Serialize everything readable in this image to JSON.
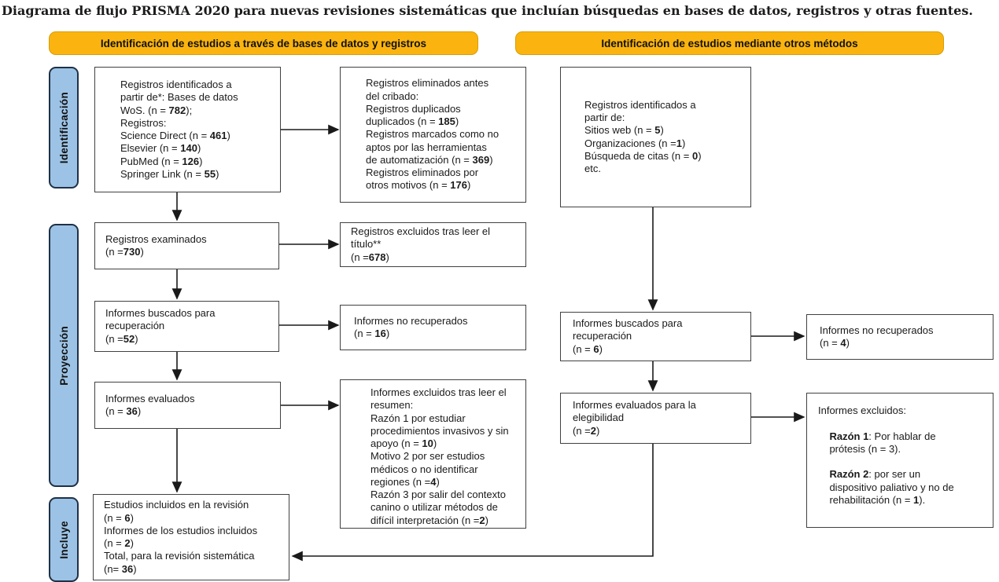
{
  "title": "Diagrama de flujo PRISMA 2020 para nuevas revisiones sistemáticas que incluían búsquedas en bases de datos, registros y otras fuentes.",
  "headers": {
    "databases": "Identificación de estudios a través de bases de datos y registros",
    "other_methods": "Identificación de estudios mediante otros métodos"
  },
  "sidebar": {
    "identification": "Identificación",
    "screening": "Proyección",
    "included": "Incluye"
  },
  "boxes": {
    "records_identified_db": "Registros identificados a\npartir de*: Bases de datos\nWoS. (n = {{782}});\nRegistros:\nScience Direct (n = {{461}})\nElsevier (n = {{140}})\nPubMed (n = {{126}})\nSpringer Link (n = {{55}})",
    "records_removed_before_screening": "Registros eliminados antes\ndel cribado:\nRegistros duplicados\nduplicados (n = {{185}})\nRegistros marcados como no\naptos por las herramientas\nde automatización (n = {{369}})\nRegistros eliminados por\notros motivos (n = {{176}})",
    "records_identified_other": "Registros identificados a\npartir de:\nSitios web (n = {{5}})\nOrganizaciones (n ={{1}})\nBúsqueda de citas (n = {{0}})\netc.",
    "records_screened": "Registros examinados\n(n ={{730}})",
    "records_excluded_title": "Registros excluidos tras leer el\ntítulo**\n(n ={{678}})",
    "reports_sought_db": "Informes buscados para\nrecuperación\n(n ={{52}})",
    "reports_not_retrieved_db": "Informes no recuperados\n(n = {{16}})",
    "reports_assessed_db": "Informes evaluados\n(n = {{36}})",
    "reports_excluded_abstract": "Informes excluidos tras leer el\nresumen:\nRazón 1 por estudiar\nprocedimientos invasivos y sin\napoyo (n = {{10}})\nMotivo 2 por ser estudios\nmédicos o no identificar\nregiones (n ={{4}})\nRazón 3 por salir del contexto\ncanino o utilizar métodos de\ndifícil interpretación (n ={{2}})",
    "reports_sought_other": "Informes buscados para\nrecuperación\n(n = {{6}})",
    "reports_not_retrieved_other": "Informes no recuperados\n(n = {{4}})",
    "reports_assessed_other": "Informes evaluados para la\nelegibilidad\n(n ={{2}})",
    "reports_excluded_other": "Informes excluidos:\n\n    {{Razón 1}}: Por hablar de\n    prótesis (n = 3).\n\n    {{Razón 2}}: por ser un\n    dispositivo paliativo y no de\n    rehabilitación (n = {{1}}).",
    "studies_included": "Estudios incluidos en la revisión\n(n = {{6}})\nInformes de los estudios incluidos\n(n = {{2}})\nTotal, para la revisión sistemática\n(n= {{36}})"
  },
  "colors": {
    "header_bg": "#FBB40F",
    "sidebar_bg": "#9CC3E5",
    "sidebar_border": "#1F3147",
    "box_border": "#414141",
    "arrow": "#1A1A1A"
  }
}
